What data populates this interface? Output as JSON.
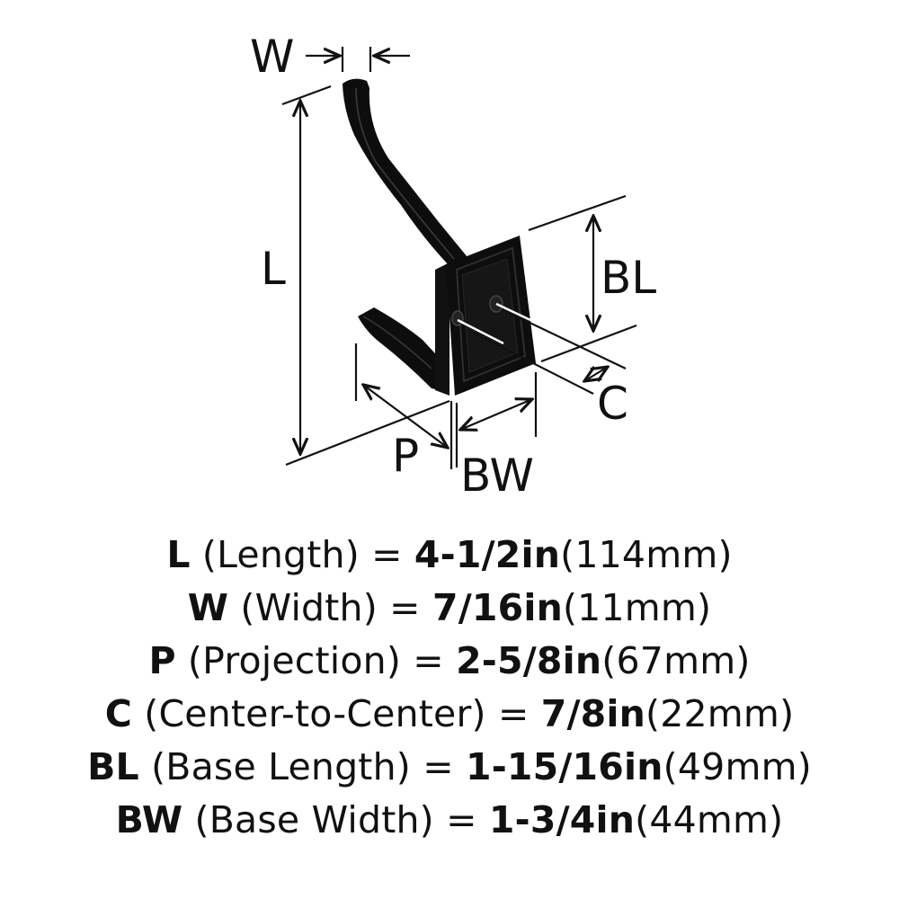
{
  "labels": {
    "w": "W",
    "l": "L",
    "bl": "BL",
    "c": "C",
    "p": "P",
    "bw": "BW"
  },
  "specs": [
    {
      "abbr": "L",
      "name": " (Length) = ",
      "imperial": "4-1/2in",
      "metric": "(114mm)"
    },
    {
      "abbr": "W",
      "name": " (Width) = ",
      "imperial": "7/16in",
      "metric": "(11mm)"
    },
    {
      "abbr": "P",
      "name": " (Projection) = ",
      "imperial": "2-5/8in",
      "metric": "(67mm)"
    },
    {
      "abbr": "C",
      "name": " (Center-to-Center) = ",
      "imperial": "7/8in",
      "metric": "(22mm)"
    },
    {
      "abbr": "BL",
      "name": " (Base Length) = ",
      "imperial": "1-15/16in",
      "metric": "(49mm)"
    },
    {
      "abbr": "BW",
      "name": " (Base Width) = ",
      "imperial": "1-3/4in",
      "metric": "(44mm)"
    }
  ],
  "colors": {
    "ink": "#111111",
    "hook": "#0d0d0d",
    "background": "#ffffff"
  }
}
